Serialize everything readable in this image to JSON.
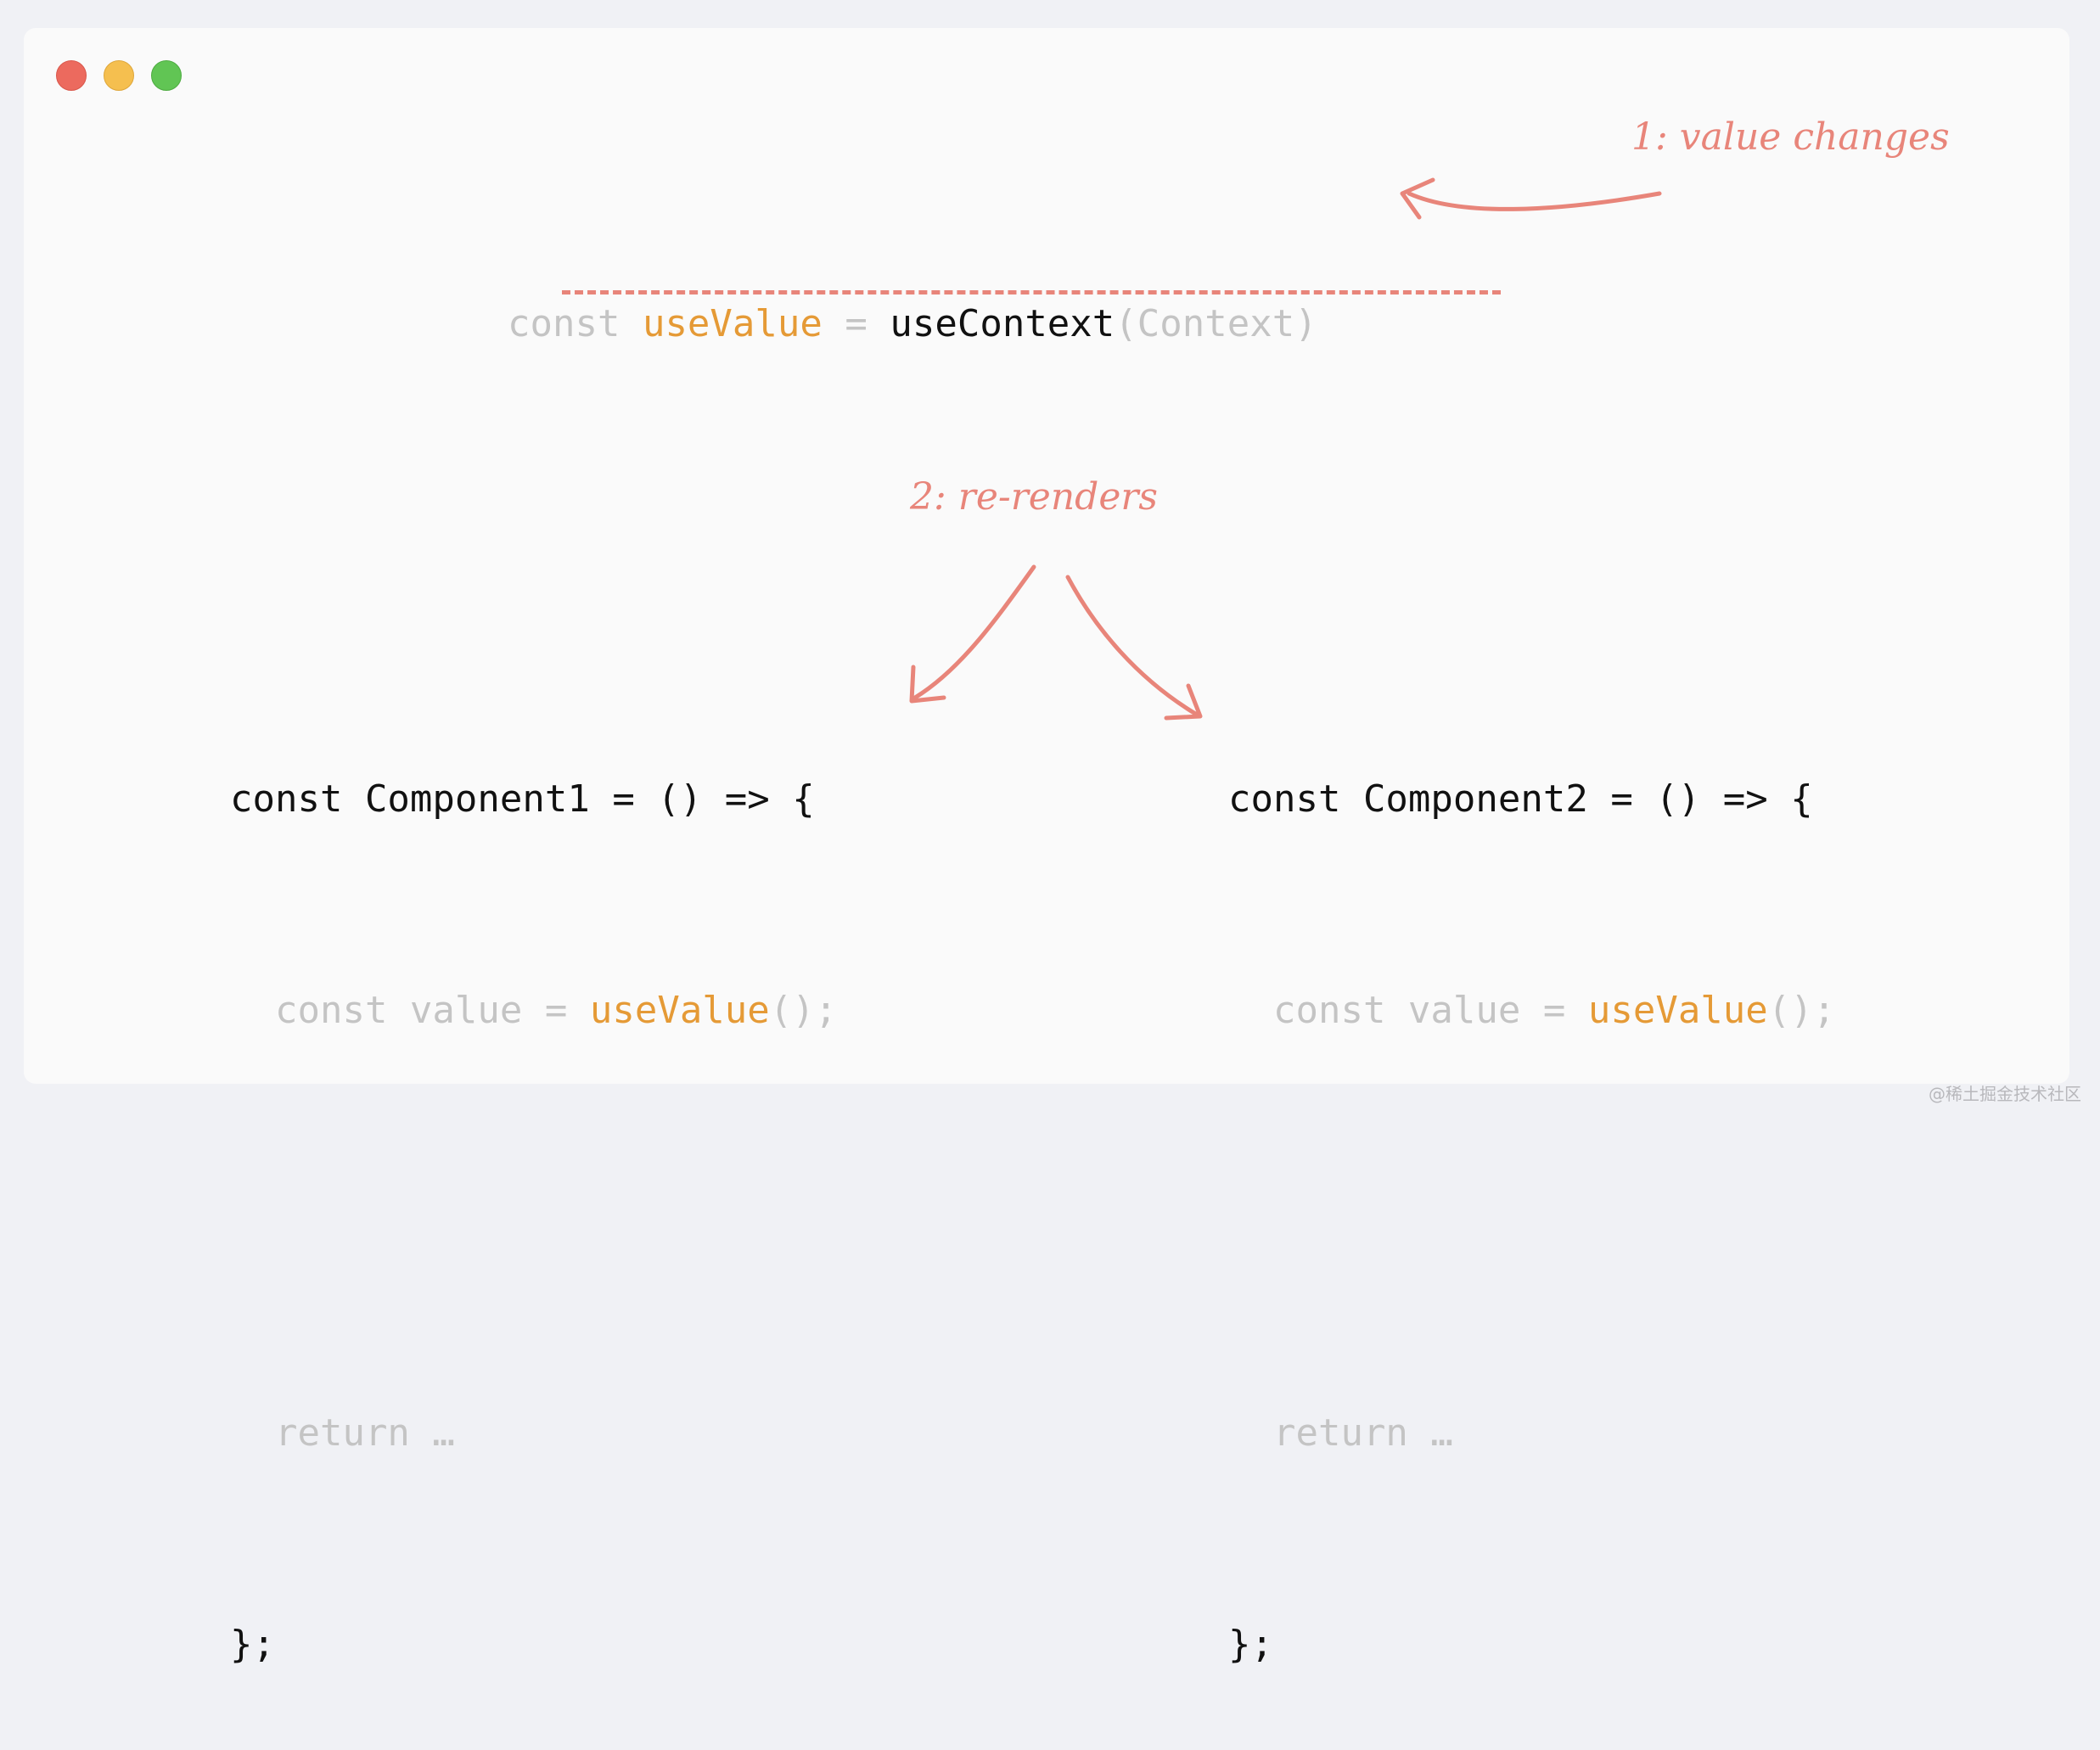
{
  "colors": {
    "background": "#f0f1f5",
    "window": "#fafafa",
    "dot_red": "#ec6a5e",
    "dot_yellow": "#f5bf4f",
    "dot_green": "#61c554",
    "code_strong": "#111111",
    "code_dim": "#c4c4c4",
    "code_hook": "#e59a36",
    "annotation": "#e8857a"
  },
  "top_code": {
    "kw": "const",
    "name": "useValue",
    "eq": "=",
    "call": "useContext",
    "args": "(Context)"
  },
  "annotations": {
    "value_changes": "1: value changes",
    "re_renders": "2: re-renders"
  },
  "component1": {
    "header": "const Component1 = () => {",
    "line2_kw": "const value =",
    "line2_hook": "useValue",
    "line2_end": "();",
    "line4": "return …",
    "line5": "};"
  },
  "component2": {
    "header": "const Component2 = () => {",
    "line2_kw": "const value =",
    "line2_hook": "useValue",
    "line2_end": "();",
    "line4": "return …",
    "line5": "};"
  },
  "watermark": "@稀土掘金技术社区"
}
